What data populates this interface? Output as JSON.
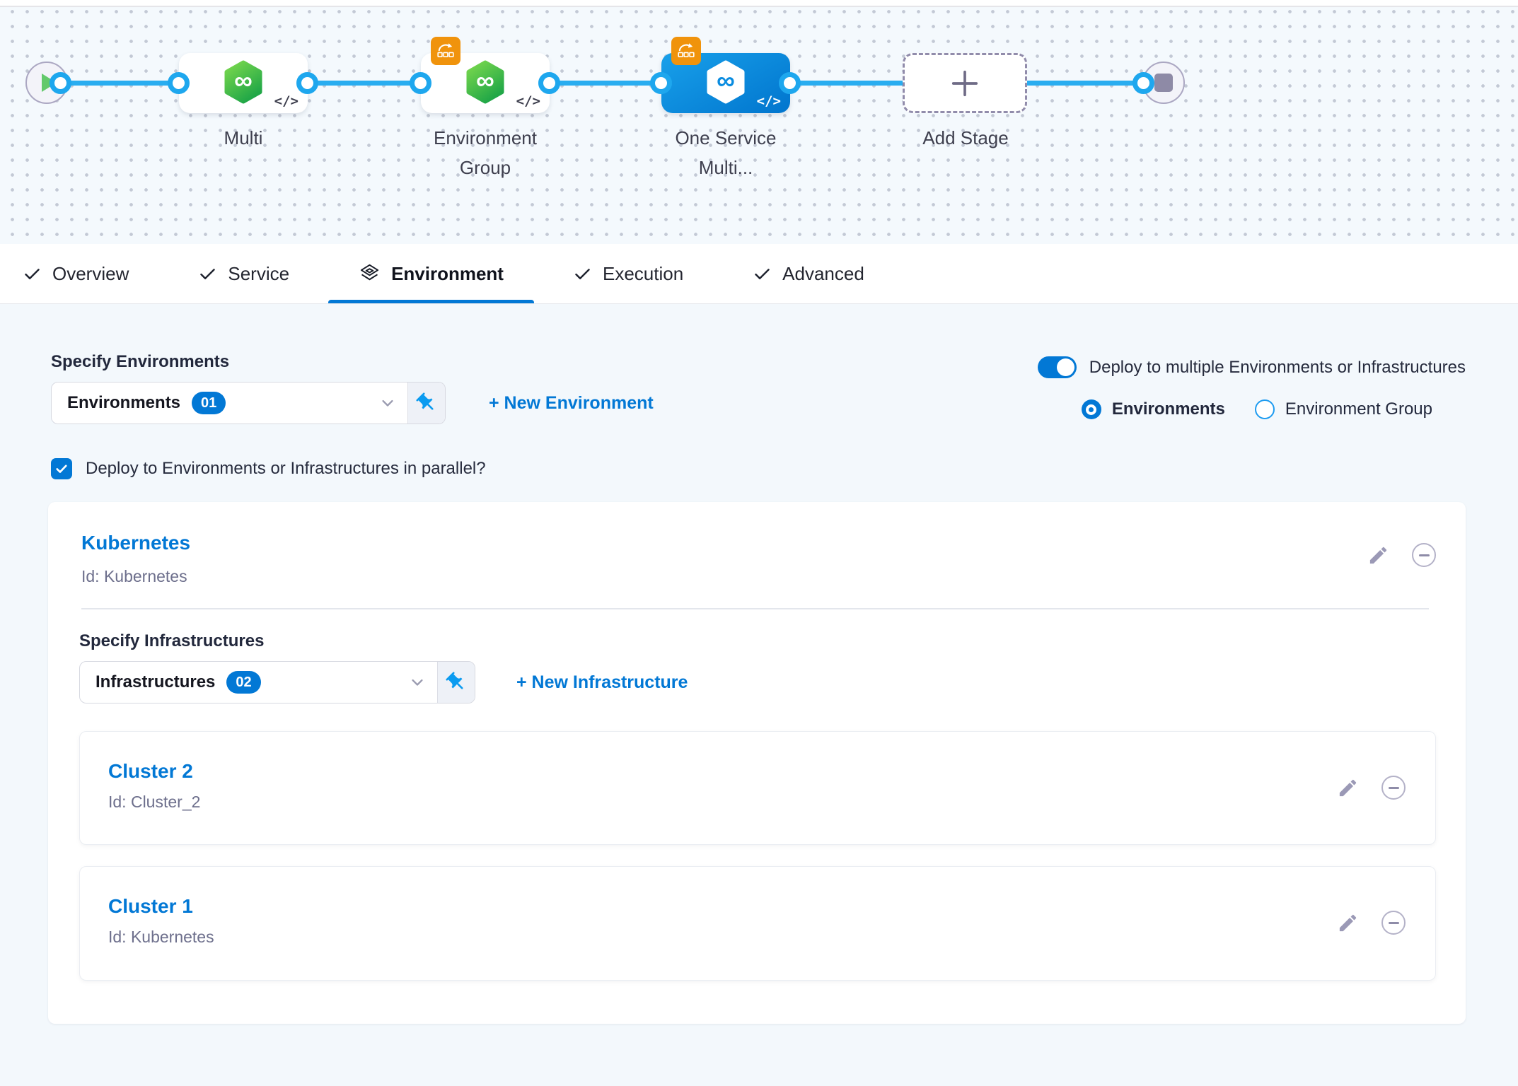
{
  "canvas": {
    "code_icon": "</>",
    "infinity_icon": "∞",
    "nodes": {
      "multi": {
        "label": "Multi"
      },
      "env_group": {
        "label": "Environment Group"
      },
      "one_service": {
        "label": "One Service Multi..."
      },
      "add_stage": {
        "label": "Add Stage"
      }
    }
  },
  "tabs": {
    "overview": "Overview",
    "service": "Service",
    "environment": "Environment",
    "execution": "Execution",
    "advanced": "Advanced",
    "active_tab": "Environment"
  },
  "environment_panel": {
    "specify_environments_label": "Specify Environments",
    "environments_dropdown": {
      "value": "Environments",
      "count": "01"
    },
    "new_environment_link": "+ New Environment",
    "deploy_multiple_toggle_label": "Deploy to multiple Environments or Infrastructures",
    "radio_environments_label": "Environments",
    "radio_environment_group_label": "Environment Group",
    "parallel_checkbox_label": "Deploy to Environments or Infrastructures in parallel?",
    "environment_card": {
      "title": "Kubernetes",
      "id": "Id: Kubernetes",
      "specify_infrastructures_label": "Specify Infrastructures",
      "infrastructures_dropdown": {
        "value": "Infrastructures",
        "count": "02"
      },
      "new_infrastructure_link": "+ New Infrastructure",
      "infrastructures": [
        {
          "title": "Cluster 2",
          "id": "Id: Cluster_2"
        },
        {
          "title": "Cluster 1",
          "id": "Id: Kubernetes"
        }
      ]
    }
  },
  "colors": {
    "accent_blue": "#0278d5",
    "connector_blue": "#29adf0",
    "selected_node_blue": "#0b8fe4",
    "harness_green": "#42b44a",
    "badge_orange": "#f0930c",
    "canvas_bg": "#f4f9fd",
    "panel_bg": "#f3f8fc"
  }
}
